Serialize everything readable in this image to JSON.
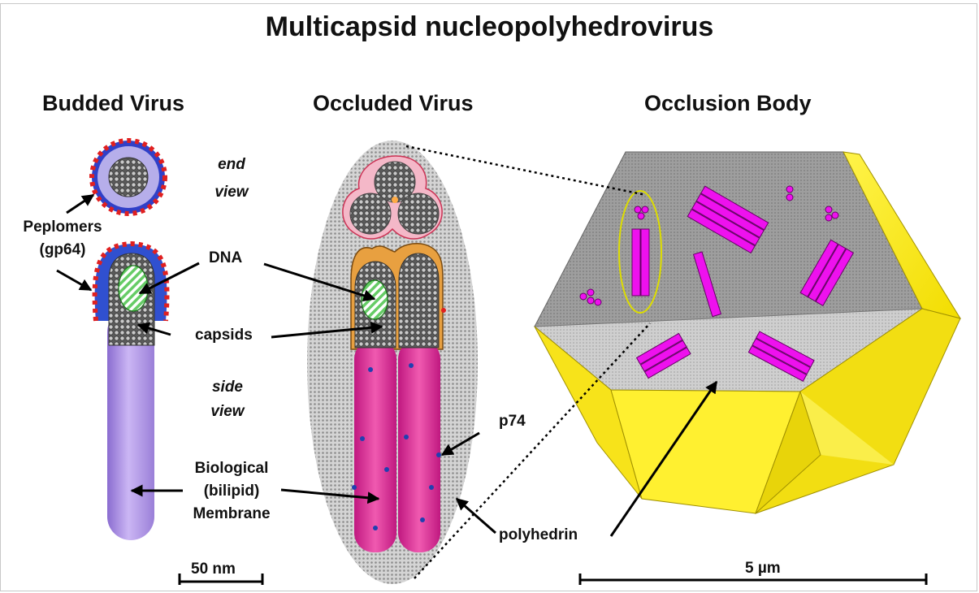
{
  "title": "Multicapsid nucleopolyhedrovirus",
  "sections": {
    "budded": "Budded Virus",
    "occluded": "Occluded Virus",
    "occlusion_body": "Occlusion Body"
  },
  "labels": {
    "end_view_1": "end",
    "end_view_2": "view",
    "side_view_1": "side",
    "side_view_2": "view",
    "peplomers_1": "Peplomers",
    "peplomers_2": "(gp64)",
    "dna": "DNA",
    "capsids": "capsids",
    "membrane_1": "Biological",
    "membrane_2": "(bilipid)",
    "membrane_3": "Membrane",
    "p74": "p74",
    "polyhedrin": "polyhedrin"
  },
  "scale_bars": {
    "small": "50 nm",
    "large": "5 µm"
  },
  "colors": {
    "membrane_purple": "#b497e8",
    "envelope_pink": "#e0409a",
    "peplomer_red": "#e02020",
    "envelope_blue": "#3050d0",
    "rod_magenta": "#ee11ee",
    "polyhedron_yellow": "#ffee22",
    "matrix_gray": "#a6a6a6"
  }
}
